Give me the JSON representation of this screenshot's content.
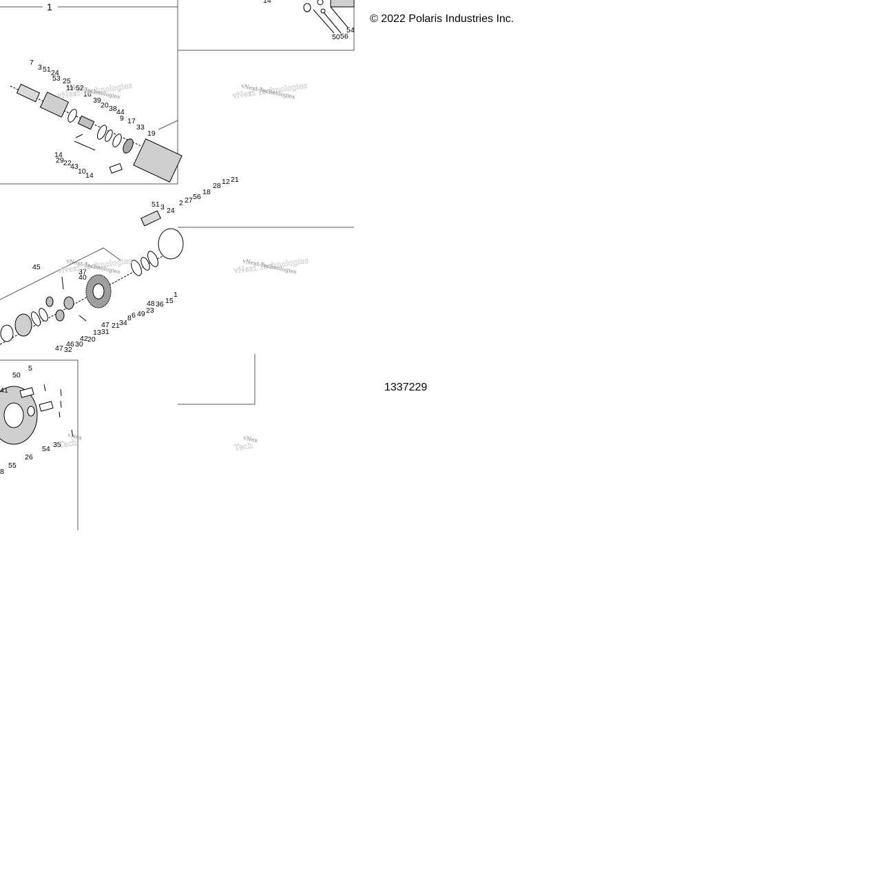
{
  "copyright": "© 2022 Polaris Industries Inc.",
  "figure_number": "1337229",
  "frame_label": "1",
  "watermarks": [
    {
      "text": "vNext Technologies",
      "ghost": "vNext Technologies"
    },
    {
      "text": "vNext Technologies",
      "ghost": "vNext Technologies"
    },
    {
      "text": "vNext Technologies",
      "ghost": "vNext Technologies"
    },
    {
      "text": "vNext Technologies",
      "ghost": "vNext Technologies"
    },
    {
      "text": "vNex",
      "ghost": "Tech"
    },
    {
      "text": "vNex",
      "ghost": "Tech"
    }
  ],
  "callouts": [
    "7",
    "3",
    "51",
    "24",
    "53",
    "25",
    "11",
    "52",
    "16",
    "39",
    "20",
    "38",
    "44",
    "9",
    "17",
    "33",
    "19",
    "14",
    "29",
    "22",
    "43",
    "10",
    "14",
    "14",
    "50",
    "56",
    "54",
    "2",
    "27",
    "56",
    "18",
    "28",
    "12",
    "21",
    "51",
    "3",
    "24",
    "45",
    "37",
    "40",
    "48",
    "36",
    "15",
    "1",
    "6",
    "49",
    "23",
    "8",
    "34",
    "21",
    "47",
    "31",
    "13",
    "20",
    "42",
    "46",
    "30",
    "47",
    "32",
    "50",
    "5",
    "41",
    "35",
    "54",
    "26",
    "55",
    "8"
  ],
  "colors": {
    "line": "#000000",
    "frame": "#555555",
    "background": "#ffffff",
    "part_fill": "#d9d9d9"
  }
}
